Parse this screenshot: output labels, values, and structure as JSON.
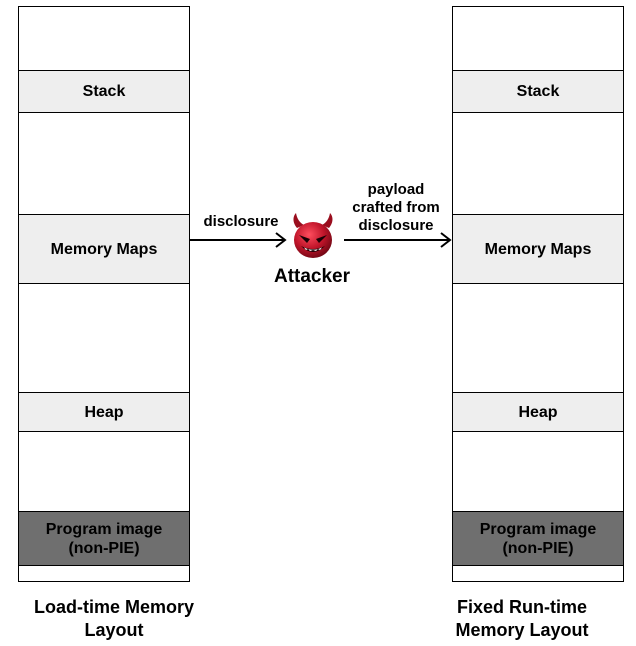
{
  "left_layout": {
    "segments": {
      "stack": "Stack",
      "memory_maps": "Memory Maps",
      "heap": "Heap",
      "program_image": "Program image\n(non-PIE)"
    },
    "caption": "Load-time Memory\nLayout"
  },
  "right_layout": {
    "segments": {
      "stack": "Stack",
      "memory_maps": "Memory Maps",
      "heap": "Heap",
      "program_image": "Program image\n(non-PIE)"
    },
    "caption": "Fixed Run-time\nMemory Layout"
  },
  "attacker": {
    "label": "Attacker",
    "icon": "devil-face-icon"
  },
  "edges": {
    "disclosure": "disclosure",
    "payload": "payload\ncrafted from\ndisclosure"
  },
  "colors": {
    "segment_light": "#eeeeee",
    "segment_dark": "#6f6f6f",
    "devil_red": "#c0152a"
  }
}
